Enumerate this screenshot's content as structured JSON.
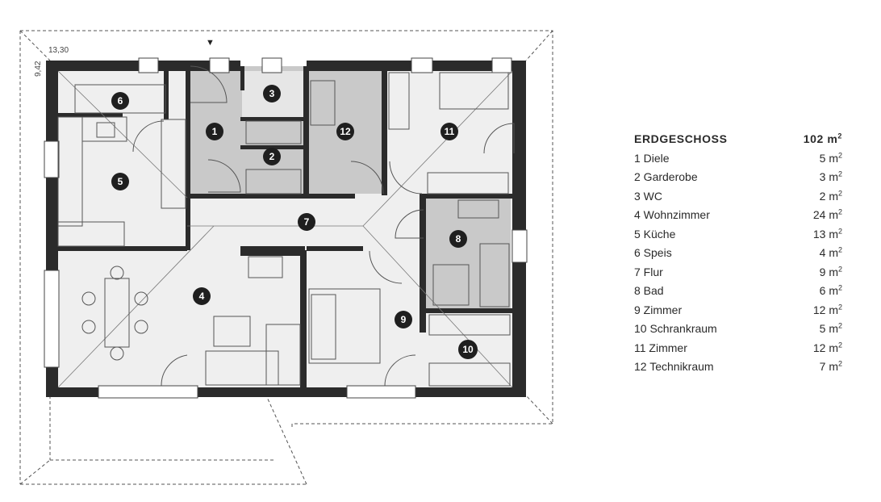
{
  "plan": {
    "dim_width": "13,30",
    "dim_height": "9,42",
    "north_marker": "▼",
    "rooms": [
      {
        "num": "1"
      },
      {
        "num": "2"
      },
      {
        "num": "3"
      },
      {
        "num": "4"
      },
      {
        "num": "5"
      },
      {
        "num": "6"
      },
      {
        "num": "7"
      },
      {
        "num": "8"
      },
      {
        "num": "9"
      },
      {
        "num": "10"
      },
      {
        "num": "11"
      },
      {
        "num": "12"
      }
    ],
    "colors": {
      "wall": "#2b2b2b",
      "floor_light": "#efefef",
      "floor_dark": "#c9c9c9",
      "badge": "#1f1f1f"
    }
  },
  "table": {
    "title": "ERDGESCHOSS",
    "total_value": "102 m",
    "sup": "2",
    "rows": [
      {
        "label": "1  Diele",
        "area": "5 m"
      },
      {
        "label": "2 Garderobe",
        "area": "3 m"
      },
      {
        "label": "3 WC",
        "area": "2 m"
      },
      {
        "label": "4 Wohnzimmer",
        "area": "24 m"
      },
      {
        "label": "5 Küche",
        "area": "13 m"
      },
      {
        "label": "6 Speis",
        "area": "4 m"
      },
      {
        "label": "7 Flur",
        "area": "9 m"
      },
      {
        "label": "8 Bad",
        "area": "6 m"
      },
      {
        "label": "9 Zimmer",
        "area": "12 m"
      },
      {
        "label": "10 Schrankraum",
        "area": "5 m"
      },
      {
        "label": "11 Zimmer",
        "area": "12 m"
      },
      {
        "label": "12 Technikraum",
        "area": "7 m"
      }
    ]
  }
}
